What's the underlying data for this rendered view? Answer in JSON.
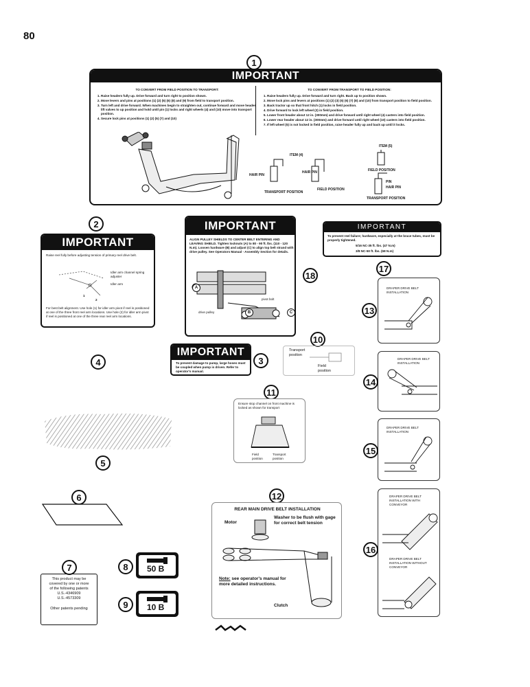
{
  "page_number": "80",
  "callouts": {
    "c1": "1",
    "c2": "2",
    "c3": "3",
    "c4": "4",
    "c5": "5",
    "c6": "6",
    "c7": "7",
    "c8": "8",
    "c9": "9",
    "c10": "10",
    "c11": "11",
    "c12": "12",
    "c13": "13",
    "c14": "14",
    "c15": "15",
    "c16": "16",
    "c17": "17",
    "c18": "18"
  },
  "decal1": {
    "title": "IMPORTANT",
    "left_heading": "TO CONVERT FROM FIELD POSITION TO TRANSPORT:",
    "left_steps": [
      "Raise headers fully up. Drive forward and turn right to position shown.",
      "Move levers and pins at positions (1) (2) (5) (6) (8) and (9) from field to transport position.",
      "Turn left and drive forward. When machines begin to straighten out, continue forward and move header lift valves to up position and hold until pin (1) locks and right wheels (4) and (10) move into transport position.",
      "Secure lock pins at positions (1) (2) (5) (7) and (10)"
    ],
    "right_heading": "TO CONVERT FROM TRANSPORT TO FIELD POSITION:",
    "right_steps": [
      "Raise headers fully up. Drive forward and turn right. Back up to position shown.",
      "Move lock pins and levers at positions (1) (2) (3) (5) (6) (7) (8) and (10) from transport position to field position.",
      "Back tractor up so that front hitch (1) locks in field position.",
      "Drive forward to lock left wheel (2) in field position.",
      "Lower front header about 12 in. (300mm) and drive forward until right wheel (4) casters into field position.",
      "Lower rear header about 12 in. (300mm) and drive forward until right wheel (10) casters into field position.",
      "If left wheel (5) is not locked in field position, raise header fully up and back up until it locks."
    ],
    "item4": "ITEM (4)",
    "item5": "ITEM (5)",
    "hair_pin": "HAIR PIN",
    "hair_pin2": "HAIR PIN",
    "pin": "PIN",
    "hair_pin3": "HAIR PIN",
    "transport_position": "TRANSPORT POSITION",
    "field_position": "FIELD POSITION",
    "field_position2": "FIELD POSITION",
    "transport_position2": "TRANSPORT POSITION"
  },
  "decal2": {
    "title": "IMPORTANT",
    "top_text": "Raise reel fully before adjusting tension of primary reel drive belt.",
    "label_channel": "Idler arm channel spring adjuster",
    "label_idler": "Idler arm",
    "n1": "1",
    "n2": "2",
    "bottom_text": "For best belt alignment. Use hole (1) for idler arm pivot if reel is positioned at one of the three front reel arm locations. Use hole (2) for idler arm pivot if reel is positioned at one of the three rear reel arm locations."
  },
  "decal18": {
    "title": "IMPORTANT",
    "text": "ALIGN PULLEY SHIELDS TO CENTER BELT ENTERING AND LEAVING SHIELD. Tighten locknuts (A) to 80 - 90 ft. lbs. (110 - 120 N.m). Loosen hardware (B) and adjust (C) to align top belt strand with drive pulley. See Operators Manual - Assembly Section for details.",
    "pivot_bolt": "pivot bolt",
    "drive_pulley": "drive pulley",
    "a": "A",
    "b": "B",
    "c": "C"
  },
  "decal17": {
    "title": "IMPORTANT",
    "text": "To prevent reel failure; hardware, especially at the brace tubes, must be properly tightened.",
    "spec1": "5/16 NC-35 ft. lbs. (47 N.m)",
    "spec2": "3/8 NC-50 ft. lbs. (68 N.m)"
  },
  "decal3": {
    "title": "IMPORTANT",
    "text": "To prevent damage to pump, large hoses must be coupled when pump is driven. Refer to operator's manual."
  },
  "decal10": {
    "transport": "Transport position",
    "field": "Field position"
  },
  "decal11": {
    "text": "Ensure stop channel on front machine is locked as shown for transport",
    "field": "Field position",
    "transport": "Transport position"
  },
  "decal12": {
    "title": "REAR MAIN DRIVE BELT INSTALLATION",
    "motor": "Motor",
    "washer": "Washer to be flush with gage for correct belt tension",
    "note_label": "Note:",
    "note": "see operator's manual for more detailed instructions.",
    "clutch": "Clutch"
  },
  "decal13": {
    "title": "DRAPER DRIVE BELT INSTALLATION"
  },
  "decal14": {
    "title": "DRAPER DRIVE BELT INSTALLATION"
  },
  "decal15": {
    "title": "DRAPER DRIVE BELT INSTALLATION"
  },
  "decal16": {
    "title_top": "DRAPER DRIVE BELT INSTALLATION WITH CONVEYOR",
    "title_bottom": "DRAPER DRIVE BELT INSTALLATION WITHOUT CONVEYOR"
  },
  "decal7": {
    "line1": "This product may be",
    "line2": "covered by one or more",
    "line3": "of the following patents",
    "line4": "U.S.-4346909",
    "line5": "U.S.-4573309",
    "line6": "Other patents pending"
  },
  "decal8": {
    "value": "50 B"
  },
  "decal9": {
    "value": "10 B"
  }
}
